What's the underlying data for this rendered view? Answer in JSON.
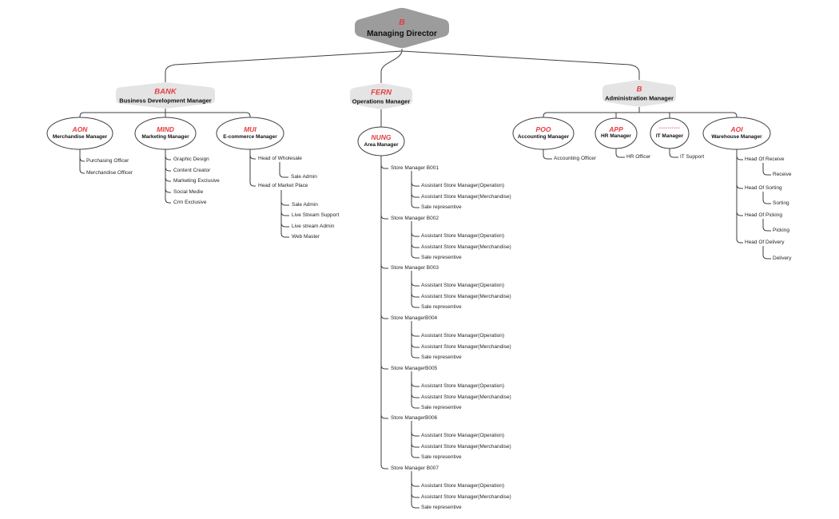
{
  "colors": {
    "accent_red": "#e63c40",
    "root_node_gray": "#9c9c9c",
    "branch_node_gray": "#e4e4e4",
    "line": "#3f3f3f"
  },
  "root": {
    "name": "B",
    "title": "Managing Director"
  },
  "bank": {
    "name": "BANK",
    "title": "Business Development Manager",
    "aon": {
      "name": "AON",
      "title": "Merchandise Manager",
      "items": [
        "Purchasing Officer",
        "Merchandise Officer"
      ]
    },
    "mind": {
      "name": "MIND",
      "title": "Marketing Manager",
      "items": [
        "Graphic Design",
        "Content Creator",
        "Marketing Exclusive",
        "Social Medie",
        "Crm Exclusive"
      ]
    },
    "mui": {
      "name": "MUI",
      "title": "E-commerce Manager",
      "wholesale": {
        "label": "Head of Wholesale",
        "items": [
          "Sale Admin"
        ]
      },
      "marketplace": {
        "label": "Head of Market Place",
        "items": [
          "Sale Admin",
          "Live Stream Support",
          "Live stream Admin",
          "Web Master"
        ]
      }
    }
  },
  "fern": {
    "name": "FERN",
    "title": "Operations Manager",
    "nung": {
      "name": "NUNG",
      "title": "Area Manager"
    },
    "stores": [
      {
        "label": "Store Manager B001",
        "items": [
          "Assistant Store Manager(Operation)",
          "Assistant Store Manager(Merchandise)",
          "Sale representive"
        ]
      },
      {
        "label": "Store Manager B002",
        "items": [
          "Assistant Store Manager(Operation)",
          "Assistant Store Manager(Merchandise)",
          "Sale representive"
        ]
      },
      {
        "label": "Store Manager B003",
        "items": [
          "Assistant Store Manager(Operation)",
          "Assistant Store Manager(Merchandise)",
          "Sale representive"
        ]
      },
      {
        "label": "Store ManagerB004",
        "items": [
          "Assistant Store Manager(Operation)",
          "Assistant Store Manager(Merchandise)",
          "Sale representive"
        ]
      },
      {
        "label": "Store ManagerB005",
        "items": [
          "Assistant Store Manager(Operation)",
          "Assistant Store Manager(Merchandise)",
          "Sale representive"
        ]
      },
      {
        "label": "Store ManagerB006",
        "items": [
          "Assistant Store Manager(Operation)",
          "Assistant Store Manager(Merchandise)",
          "Sale representive"
        ]
      },
      {
        "label": "Store Manager B007",
        "items": [
          "Assistant Store Manager(Operation)",
          "Assistant Store Manager(Merchandise)",
          "Sale representive"
        ]
      }
    ]
  },
  "admin": {
    "name": "B",
    "title": "Administration Manager",
    "poo": {
      "name": "POO",
      "title": "Accounting Manager",
      "items": [
        "Accounting Officer"
      ]
    },
    "app": {
      "name": "APP",
      "title": "HR Manager",
      "items": [
        "HR Officer"
      ]
    },
    "it": {
      "name": "----------",
      "title": "IT Manager",
      "items": [
        "IT Support"
      ]
    },
    "aoi": {
      "name": "AOI",
      "title": "Warehouse Manager",
      "heads": [
        {
          "label": "Head Of Receive",
          "item": "Receive"
        },
        {
          "label": "Head Of Sorting",
          "item": "Sorting"
        },
        {
          "label": "Head Of Picking",
          "item": "Picking"
        },
        {
          "label": "Head Of Delivery",
          "item": "Delivery"
        }
      ]
    }
  }
}
